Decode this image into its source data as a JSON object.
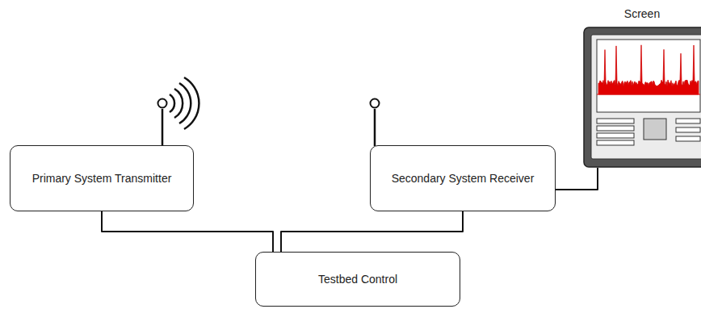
{
  "diagram": {
    "nodes": [
      {
        "text": [
          "Primary System Transmitter"
        ]
      },
      {
        "text": [
          "Secondary System Receiver"
        ]
      },
      {
        "text": [
          "Screen"
        ]
      },
      {
        "text": [
          "Testbed Control"
        ]
      }
    ],
    "edges": [
      {
        "from": 0,
        "to": 3,
        "arrow": "none"
      },
      {
        "from": 1,
        "to": 3,
        "arrow": "none"
      },
      {
        "from": 1,
        "to": 2,
        "arrow": "none"
      }
    ]
  }
}
